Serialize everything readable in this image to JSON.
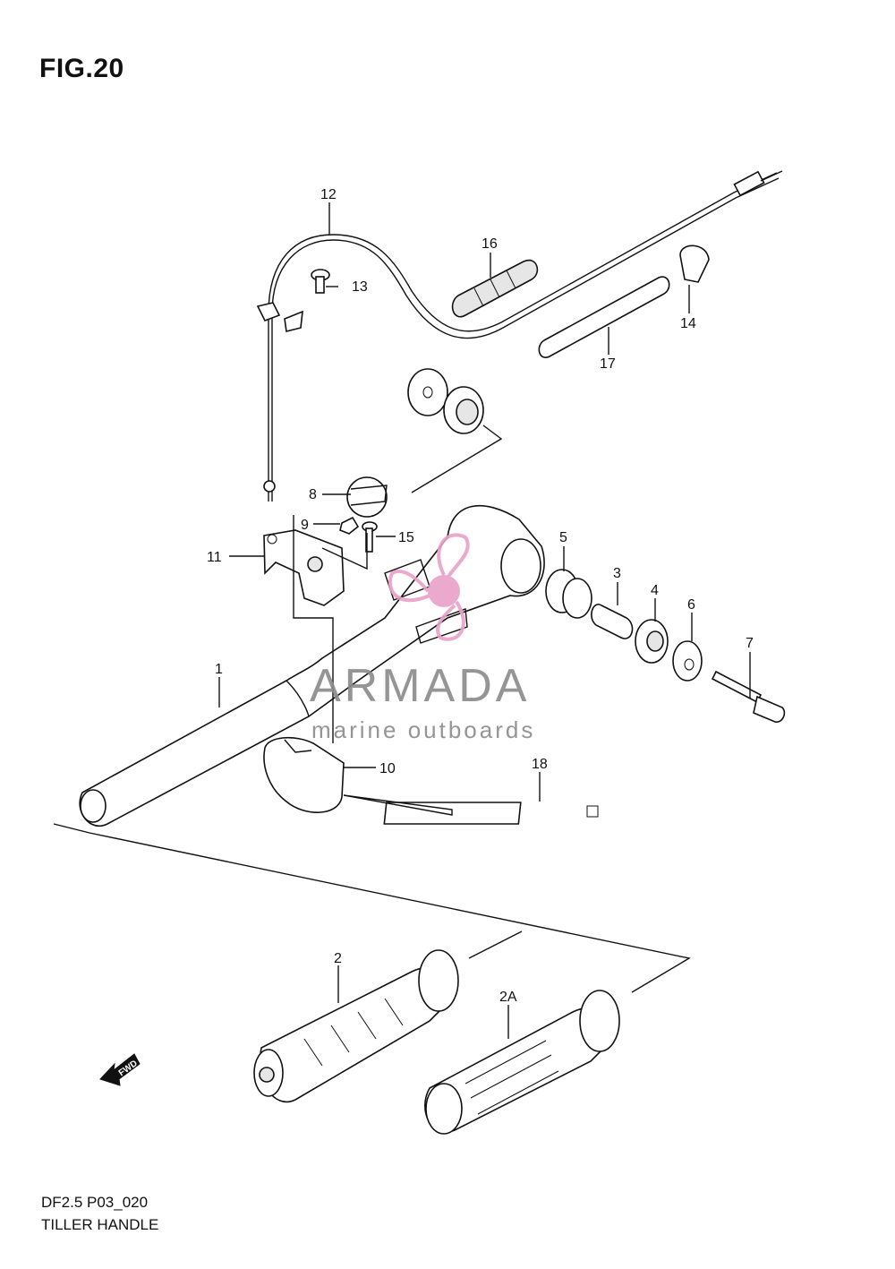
{
  "figure": {
    "title": "FIG.20",
    "code": "DF2.5 P03_020",
    "name": "TILLER HANDLE"
  },
  "watermark": {
    "brand": "ARMADA",
    "tagline": "marine outboards",
    "icon": "propeller-logo-icon",
    "accent_color": "#e8a0c8"
  },
  "direction_arrow": {
    "label": "FWD",
    "icon": "forward-arrow-icon"
  },
  "parts": [
    {
      "id": "1",
      "label": "1"
    },
    {
      "id": "2",
      "label": "2"
    },
    {
      "id": "2A",
      "label": "2A"
    },
    {
      "id": "3",
      "label": "3"
    },
    {
      "id": "4",
      "label": "4"
    },
    {
      "id": "5",
      "label": "5"
    },
    {
      "id": "6",
      "label": "6"
    },
    {
      "id": "7",
      "label": "7"
    },
    {
      "id": "8",
      "label": "8"
    },
    {
      "id": "9",
      "label": "9"
    },
    {
      "id": "10",
      "label": "10"
    },
    {
      "id": "11",
      "label": "11"
    },
    {
      "id": "12",
      "label": "12"
    },
    {
      "id": "13",
      "label": "13"
    },
    {
      "id": "14",
      "label": "14"
    },
    {
      "id": "15",
      "label": "15"
    },
    {
      "id": "16",
      "label": "16"
    },
    {
      "id": "17",
      "label": "17"
    },
    {
      "id": "18",
      "label": "18"
    }
  ]
}
